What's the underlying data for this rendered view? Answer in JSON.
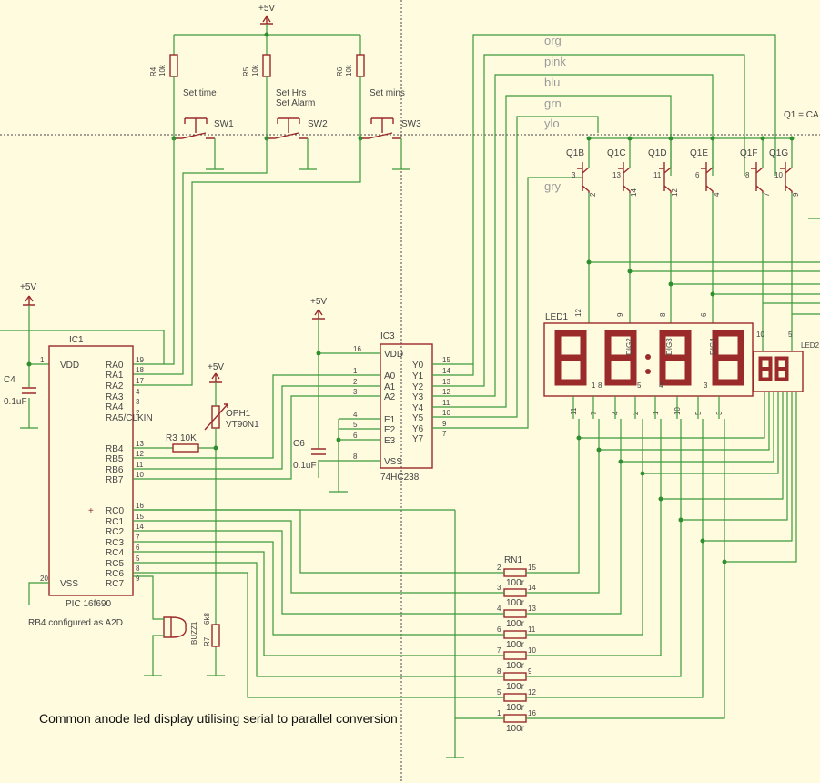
{
  "labels": {
    "vcc_top": "+5V",
    "vcc_ic1": "+5V",
    "vcc_ic3": "+5V",
    "vcc_oph": "+5V",
    "r4": "R4",
    "r4_val": "10k",
    "r5": "R5",
    "r5_val": "10k",
    "r6": "R6",
    "r6_val": "10k",
    "set_time": "Set time",
    "set_hrs": "Set Hrs",
    "set_alarm": "Set Alarm",
    "set_mins": "Set mins",
    "sw1": "SW1",
    "sw2": "SW2",
    "sw3": "SW3",
    "c4": "C4",
    "c4_val": "0.1uF",
    "ic1": "IC1",
    "ic1_part": "PIC 16f690",
    "ic1_note": "RB4 configured as A2D",
    "r3": "R3",
    "r3_val": "10K",
    "oph1": "OPH1",
    "oph1_part": "VT90N1",
    "buzz1": "BUZZ1",
    "r7": "R7",
    "r7_val": "6k8",
    "c6": "C6",
    "c6_val": "0.1uF",
    "ic3": "IC3",
    "ic3_part": "74HC238",
    "rn1": "RN1",
    "rn_val": "100r",
    "led1": "LED1",
    "led2": "LED2",
    "q1_note": "Q1 = CA",
    "caption": "Common anode led display utilising serial to parallel conversion"
  },
  "ic1_pins_left": [
    {
      "name": "VDD",
      "num": "1"
    },
    {
      "name": "VSS",
      "num": "20"
    }
  ],
  "ic1_pins_right": [
    {
      "name": "RA0",
      "num": "19"
    },
    {
      "name": "RA1",
      "num": "18"
    },
    {
      "name": "RA2",
      "num": "17"
    },
    {
      "name": "RA3",
      "num": "4"
    },
    {
      "name": "RA4",
      "num": "3"
    },
    {
      "name": "RA5/CLKIN",
      "num": "2"
    },
    {
      "name": "RB4",
      "num": "13"
    },
    {
      "name": "RB5",
      "num": "12"
    },
    {
      "name": "RB6",
      "num": "11"
    },
    {
      "name": "RB7",
      "num": "10"
    },
    {
      "name": "RC0",
      "num": "16"
    },
    {
      "name": "RC1",
      "num": "15"
    },
    {
      "name": "RC2",
      "num": "14"
    },
    {
      "name": "RC3",
      "num": "7"
    },
    {
      "name": "RC4",
      "num": "6"
    },
    {
      "name": "RC5",
      "num": "5"
    },
    {
      "name": "RC6",
      "num": "8"
    },
    {
      "name": "RC7",
      "num": "9"
    }
  ],
  "ic3_pins_left": [
    {
      "name": "VDD",
      "num": "16"
    },
    {
      "name": "A0",
      "num": "1"
    },
    {
      "name": "A1",
      "num": "2"
    },
    {
      "name": "A2",
      "num": "3"
    },
    {
      "name": "E1",
      "num": "4"
    },
    {
      "name": "E2",
      "num": "5"
    },
    {
      "name": "E3",
      "num": "6"
    },
    {
      "name": "VSS",
      "num": "8"
    }
  ],
  "ic3_pins_right": [
    {
      "name": "Y0",
      "num": "15"
    },
    {
      "name": "Y1",
      "num": "14"
    },
    {
      "name": "Y2",
      "num": "13"
    },
    {
      "name": "Y3",
      "num": "12"
    },
    {
      "name": "Y4",
      "num": "11"
    },
    {
      "name": "Y5",
      "num": "10"
    },
    {
      "name": "Y6",
      "num": "9"
    },
    {
      "name": "Y7",
      "num": "7"
    }
  ],
  "wire_labels": [
    "org",
    "pink",
    "blu",
    "grn",
    "ylo",
    "gry"
  ],
  "transistors": [
    {
      "name": "Q1B",
      "base": "3",
      "emit": "2"
    },
    {
      "name": "Q1C",
      "base": "13",
      "emit": "14"
    },
    {
      "name": "Q1D",
      "base": "11",
      "emit": "12"
    },
    {
      "name": "Q1E",
      "base": "6",
      "emit": "4"
    },
    {
      "name": "Q1F",
      "base": "8",
      "emit": "7"
    },
    {
      "name": "Q1G",
      "base": "10",
      "emit": "9"
    }
  ],
  "led1_top_pins": [
    "12",
    "9",
    "8",
    "6"
  ],
  "led1_digit_labels": [
    "DIG2",
    "DIG3",
    "DIG4"
  ],
  "led1_inner_pins": [
    "1",
    "8",
    "5",
    "4",
    "3"
  ],
  "led1_bottom_pins": [
    "11",
    "7",
    "4",
    "2",
    "1",
    "10",
    "5",
    "3"
  ],
  "led2_pins": [
    "10",
    "5"
  ],
  "rn_pins": [
    {
      "left": "2",
      "right": "15"
    },
    {
      "left": "3",
      "right": "14"
    },
    {
      "left": "4",
      "right": "13"
    },
    {
      "left": "6",
      "right": "11"
    },
    {
      "left": "7",
      "right": "10"
    },
    {
      "left": "8",
      "right": "9"
    },
    {
      "left": "5",
      "right": "12"
    },
    {
      "left": "1",
      "right": "16"
    }
  ],
  "colors": {
    "background": "#fffbdf",
    "wire": "#3c9a3c",
    "component": "#9b2a2a",
    "text": "#444444"
  }
}
